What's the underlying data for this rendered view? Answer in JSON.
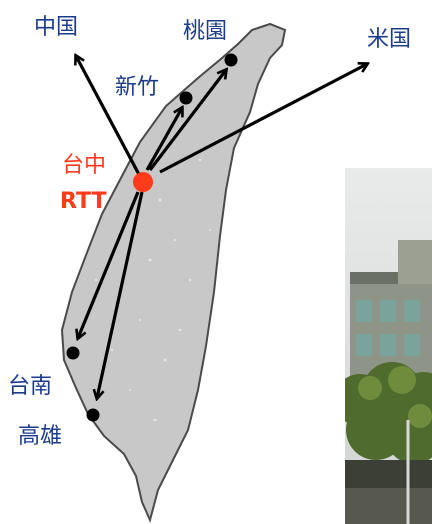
{
  "map": {
    "origin": {
      "city": "台中",
      "facility": "RTT"
    },
    "cities": {
      "taoyuan": "桃園",
      "hsinchu": "新竹",
      "tainan": "台南",
      "kaohsiung": "高雄"
    },
    "countries": {
      "china": "中国",
      "usa": "米国"
    },
    "colors": {
      "label": "#1b3c8c",
      "origin": "#ff3b1a",
      "land": "#c8c8c8",
      "coast": "#4a4a4a",
      "arrow": "#000000"
    }
  },
  "photo": {
    "subject": "building-with-trees-photo"
  }
}
